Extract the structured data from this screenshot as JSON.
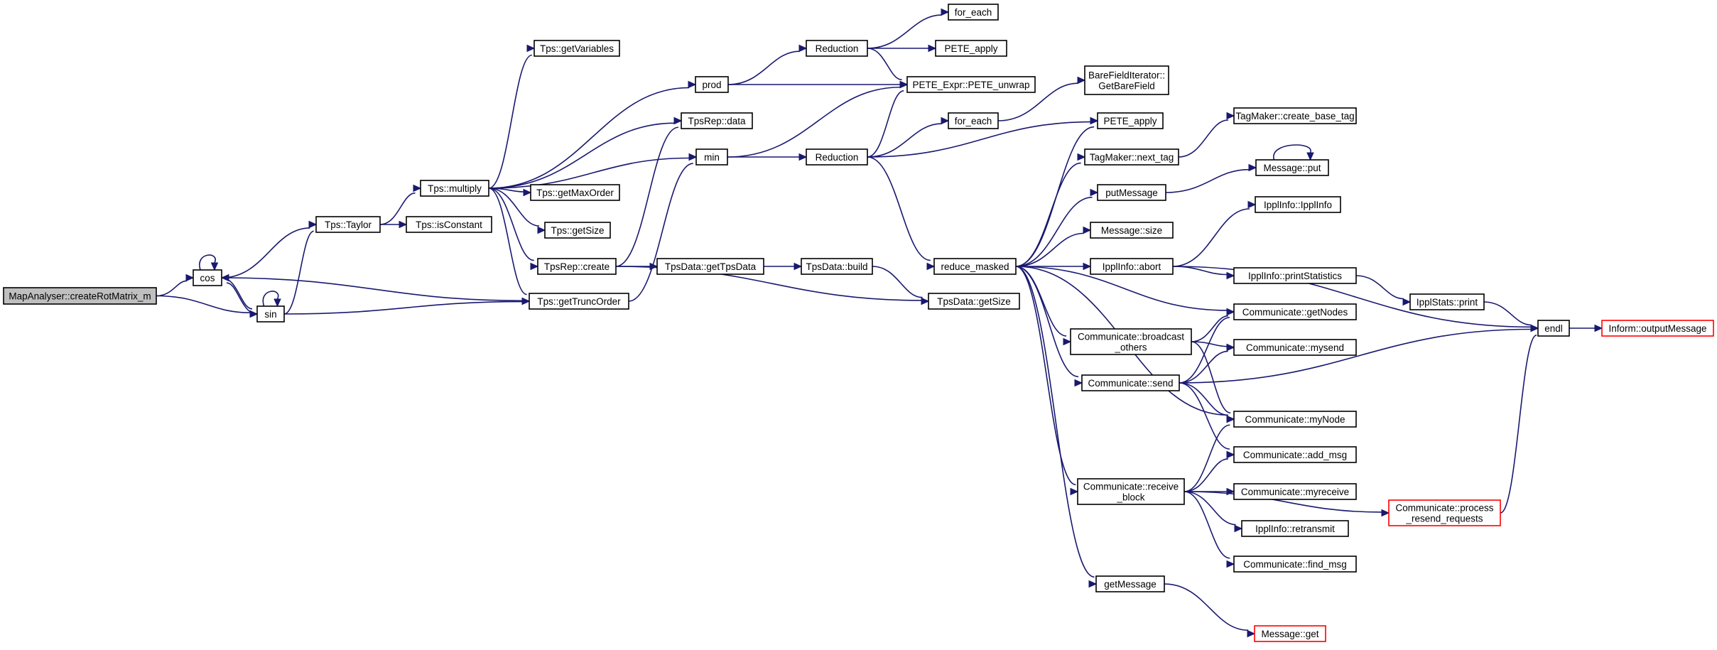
{
  "graph": {
    "colors": {
      "edge": "#191970",
      "node_fill": "#ffffff",
      "root_fill": "#bfbfbf",
      "node_border": "#000000",
      "truncated_border": "#ff0000"
    },
    "nodes": [
      {
        "id": "root",
        "label": [
          "MapAnalyser::createRotMatrix_m"
        ],
        "style": "root"
      },
      {
        "id": "cos",
        "label": [
          "cos"
        ]
      },
      {
        "id": "sin",
        "label": [
          "sin"
        ]
      },
      {
        "id": "taylor",
        "label": [
          "Tps::Taylor"
        ]
      },
      {
        "id": "multiply",
        "label": [
          "Tps::multiply"
        ]
      },
      {
        "id": "isconst",
        "label": [
          "Tps::isConstant"
        ]
      },
      {
        "id": "getvars",
        "label": [
          "Tps::getVariables"
        ]
      },
      {
        "id": "getmaxorder",
        "label": [
          "Tps::getMaxOrder"
        ]
      },
      {
        "id": "getsize",
        "label": [
          "Tps::getSize"
        ]
      },
      {
        "id": "tpsrepcreate",
        "label": [
          "TpsRep::create"
        ]
      },
      {
        "id": "gettruncorder",
        "label": [
          "Tps::getTruncOrder"
        ]
      },
      {
        "id": "tpsrepdata",
        "label": [
          "TpsRep::data"
        ]
      },
      {
        "id": "prod",
        "label": [
          "prod"
        ]
      },
      {
        "id": "min",
        "label": [
          "min"
        ]
      },
      {
        "id": "gettpsdata",
        "label": [
          "TpsData::getTpsData"
        ]
      },
      {
        "id": "tpsbuild",
        "label": [
          "TpsData::build"
        ]
      },
      {
        "id": "tpsgetsize",
        "label": [
          "TpsData::getSize"
        ]
      },
      {
        "id": "red1",
        "label": [
          "Reduction"
        ]
      },
      {
        "id": "red2",
        "label": [
          "Reduction"
        ]
      },
      {
        "id": "foreach1",
        "label": [
          "for_each"
        ]
      },
      {
        "id": "peteapply1",
        "label": [
          "PETE_apply"
        ]
      },
      {
        "id": "unwrap",
        "label": [
          "PETE_Expr::PETE_unwrap"
        ]
      },
      {
        "id": "foreach2",
        "label": [
          "for_each"
        ]
      },
      {
        "id": "bfi",
        "label": [
          "BareFieldIterator::",
          "GetBareField"
        ]
      },
      {
        "id": "peteapply2",
        "label": [
          "PETE_apply"
        ]
      },
      {
        "id": "reducemasked",
        "label": [
          "reduce_masked"
        ]
      },
      {
        "id": "nexttag",
        "label": [
          "TagMaker::next_tag"
        ]
      },
      {
        "id": "createbasetag",
        "label": [
          "TagMaker::create_base_tag"
        ]
      },
      {
        "id": "putmessage",
        "label": [
          "putMessage"
        ]
      },
      {
        "id": "msgput",
        "label": [
          "Message::put"
        ]
      },
      {
        "id": "msgsize",
        "label": [
          "Message::size"
        ]
      },
      {
        "id": "abort",
        "label": [
          "IpplInfo::abort"
        ]
      },
      {
        "id": "ipplinfo",
        "label": [
          "IpplInfo::IpplInfo"
        ]
      },
      {
        "id": "printstats",
        "label": [
          "IpplInfo::printStatistics"
        ]
      },
      {
        "id": "statsprint",
        "label": [
          "IpplStats::print"
        ]
      },
      {
        "id": "endl",
        "label": [
          "endl"
        ]
      },
      {
        "id": "outputmsg",
        "label": [
          "Inform::outputMessage"
        ],
        "style": "red"
      },
      {
        "id": "bcast",
        "label": [
          "Communicate::broadcast",
          "_others"
        ]
      },
      {
        "id": "send",
        "label": [
          "Communicate::send"
        ]
      },
      {
        "id": "recvblock",
        "label": [
          "Communicate::receive",
          "_block"
        ]
      },
      {
        "id": "getmessage",
        "label": [
          "getMessage"
        ]
      },
      {
        "id": "msgget",
        "label": [
          "Message::get"
        ],
        "style": "red"
      },
      {
        "id": "getnodes",
        "label": [
          "Communicate::getNodes"
        ]
      },
      {
        "id": "mysend",
        "label": [
          "Communicate::mysend"
        ]
      },
      {
        "id": "mynode",
        "label": [
          "Communicate::myNode"
        ]
      },
      {
        "id": "addmsg",
        "label": [
          "Communicate::add_msg"
        ]
      },
      {
        "id": "myreceive",
        "label": [
          "Communicate::myreceive"
        ]
      },
      {
        "id": "retransmit",
        "label": [
          "IpplInfo::retransmit"
        ]
      },
      {
        "id": "findmsg",
        "label": [
          "Communicate::find_msg"
        ]
      },
      {
        "id": "resend",
        "label": [
          "Communicate::process",
          "_resend_requests"
        ],
        "style": "red"
      }
    ],
    "edges": [
      [
        "root",
        "cos"
      ],
      [
        "root",
        "sin"
      ],
      [
        "cos",
        "cos"
      ],
      [
        "cos",
        "sin"
      ],
      [
        "sin",
        "cos"
      ],
      [
        "sin",
        "sin"
      ],
      [
        "cos",
        "taylor"
      ],
      [
        "sin",
        "taylor"
      ],
      [
        "cos",
        "gettruncorder"
      ],
      [
        "sin",
        "gettruncorder"
      ],
      [
        "taylor",
        "multiply"
      ],
      [
        "taylor",
        "isconst"
      ],
      [
        "multiply",
        "getvars"
      ],
      [
        "multiply",
        "prod"
      ],
      [
        "multiply",
        "tpsrepdata"
      ],
      [
        "multiply",
        "min"
      ],
      [
        "multiply",
        "getmaxorder"
      ],
      [
        "multiply",
        "getsize"
      ],
      [
        "multiply",
        "tpsrepcreate"
      ],
      [
        "multiply",
        "gettruncorder"
      ],
      [
        "tpsrepcreate",
        "tpsrepdata"
      ],
      [
        "tpsrepcreate",
        "gettpsdata"
      ],
      [
        "tpsrepcreate",
        "tpsgetsize"
      ],
      [
        "gettruncorder",
        "min"
      ],
      [
        "gettpsdata",
        "tpsbuild"
      ],
      [
        "tpsbuild",
        "tpsgetsize"
      ],
      [
        "prod",
        "red1"
      ],
      [
        "prod",
        "unwrap"
      ],
      [
        "red1",
        "foreach1"
      ],
      [
        "red1",
        "peteapply1"
      ],
      [
        "red1",
        "unwrap"
      ],
      [
        "min",
        "red2"
      ],
      [
        "min",
        "unwrap"
      ],
      [
        "red2",
        "unwrap"
      ],
      [
        "red2",
        "foreach2"
      ],
      [
        "red2",
        "peteapply2"
      ],
      [
        "red2",
        "reducemasked"
      ],
      [
        "foreach2",
        "bfi"
      ],
      [
        "reducemasked",
        "peteapply2"
      ],
      [
        "reducemasked",
        "nexttag"
      ],
      [
        "reducemasked",
        "putmessage"
      ],
      [
        "reducemasked",
        "msgsize"
      ],
      [
        "reducemasked",
        "abort"
      ],
      [
        "reducemasked",
        "getnodes"
      ],
      [
        "reducemasked",
        "bcast"
      ],
      [
        "reducemasked",
        "send"
      ],
      [
        "reducemasked",
        "mynode"
      ],
      [
        "reducemasked",
        "recvblock"
      ],
      [
        "reducemasked",
        "getmessage"
      ],
      [
        "nexttag",
        "createbasetag"
      ],
      [
        "putmessage",
        "msgput"
      ],
      [
        "msgput",
        "msgput"
      ],
      [
        "abort",
        "ipplinfo"
      ],
      [
        "abort",
        "printstats"
      ],
      [
        "abort",
        "endl"
      ],
      [
        "printstats",
        "statsprint"
      ],
      [
        "statsprint",
        "endl"
      ],
      [
        "endl",
        "outputmsg"
      ],
      [
        "bcast",
        "getnodes"
      ],
      [
        "bcast",
        "mysend"
      ],
      [
        "bcast",
        "mynode"
      ],
      [
        "send",
        "getnodes"
      ],
      [
        "send",
        "mysend"
      ],
      [
        "send",
        "mynode"
      ],
      [
        "send",
        "addmsg"
      ],
      [
        "send",
        "endl"
      ],
      [
        "recvblock",
        "mynode"
      ],
      [
        "recvblock",
        "addmsg"
      ],
      [
        "recvblock",
        "myreceive"
      ],
      [
        "recvblock",
        "retransmit"
      ],
      [
        "recvblock",
        "findmsg"
      ],
      [
        "recvblock",
        "resend"
      ],
      [
        "resend",
        "endl"
      ],
      [
        "getmessage",
        "msgget"
      ]
    ]
  }
}
